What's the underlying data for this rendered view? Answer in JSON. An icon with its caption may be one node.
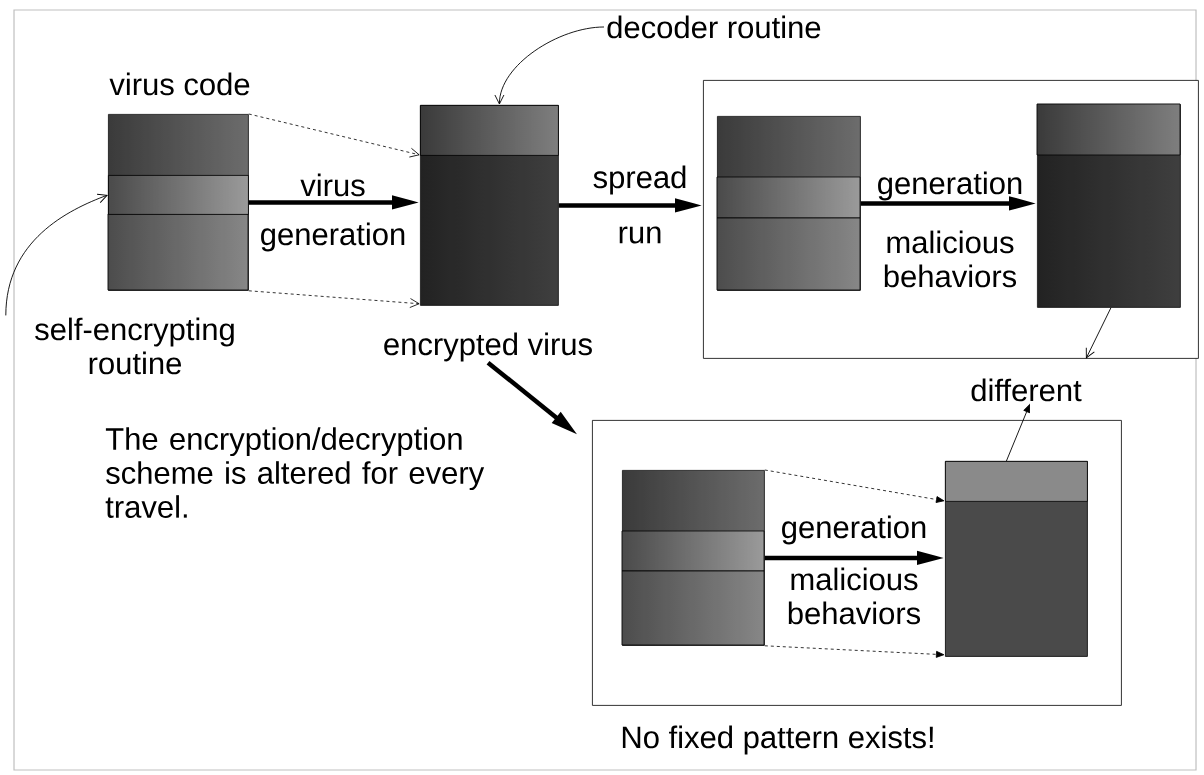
{
  "diagram": {
    "nodes": [
      {
        "text": [
          "virus code"
        ]
      },
      {
        "text": [],
        "shape": "box",
        "in": 0
      },
      {
        "text": [
          "self-encrypting routine"
        ]
      },
      {
        "text": [
          "encrypted virus"
        ]
      },
      {
        "text": [],
        "shape": "box",
        "in": 3
      },
      {
        "text": [
          "decoder routine"
        ]
      },
      {
        "text": [],
        "shape": "box"
      },
      {
        "text": [],
        "shape": "box",
        "in": 6
      },
      {
        "text": [],
        "shape": "box",
        "in": 6
      },
      {
        "text": [
          "different"
        ]
      },
      {
        "text": [],
        "shape": "box"
      },
      {
        "text": [],
        "shape": "box",
        "in": 10
      },
      {
        "text": [],
        "shape": "box",
        "in": 10
      },
      {
        "text": [],
        "shape": "box",
        "in": 12
      }
    ],
    "edges": [
      {
        "from": 0,
        "to": 3,
        "arrow": "to",
        "label": "virus",
        "style": "thick"
      },
      {
        "from": 0,
        "to": 3,
        "arrow": "to",
        "style": "dashed"
      },
      {
        "from": 0,
        "to": 3,
        "arrow": "to",
        "style": "dashed"
      },
      {
        "from": 2,
        "to": 1,
        "arrow": "to"
      },
      {
        "from": 5,
        "to": 4,
        "arrow": "to"
      },
      {
        "from": 3,
        "to": 6,
        "arrow": "to",
        "label": "spread",
        "style": "thick"
      },
      {
        "from": 7,
        "to": 8,
        "arrow": "to",
        "label": "generation",
        "style": "thick"
      },
      {
        "from": 8,
        "to": 6,
        "arrow": "to"
      },
      {
        "from": 3,
        "to": 10,
        "arrow": "to",
        "style": "thick"
      },
      {
        "from": 11,
        "to": 12,
        "arrow": "to",
        "label": "generation",
        "style": "thick"
      },
      {
        "from": 11,
        "to": 12,
        "arrow": "to",
        "style": "dashed"
      },
      {
        "from": 11,
        "to": 12,
        "arrow": "to",
        "style": "dashed"
      },
      {
        "from": 13,
        "to": 9,
        "arrow": "to"
      }
    ],
    "labels": [
      "generation",
      "run",
      "malicious behaviors",
      "The encryption/decryption scheme is altered for every travel.",
      "malicious behaviors",
      "No fixed pattern exists!"
    ]
  }
}
